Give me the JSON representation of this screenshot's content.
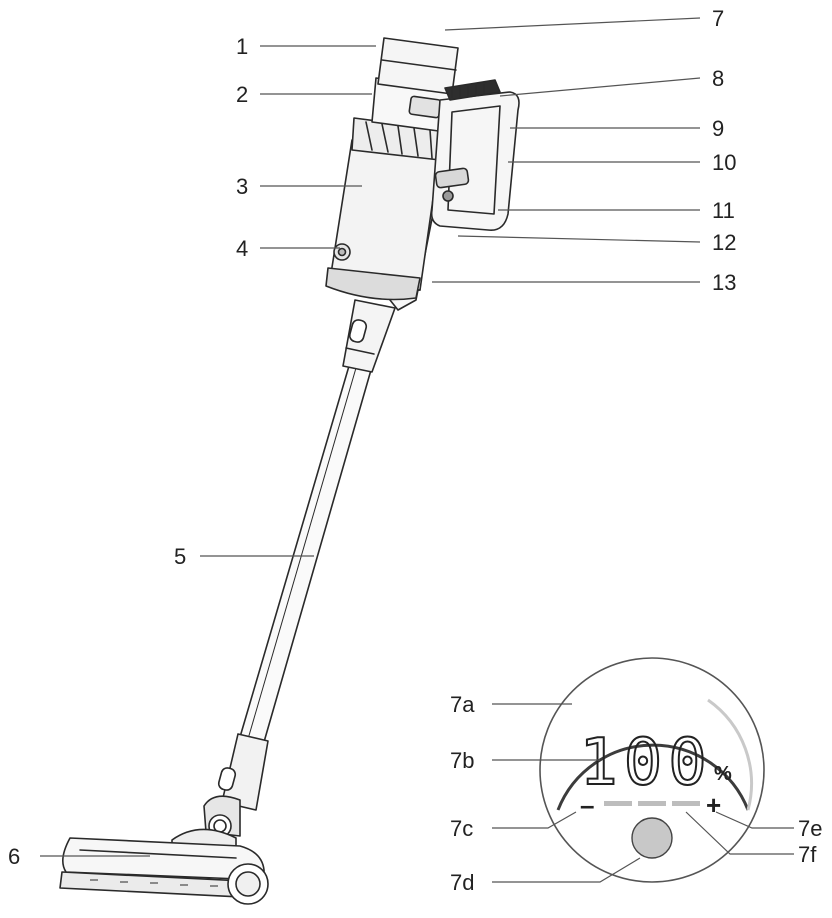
{
  "callouts": {
    "c1": "1",
    "c2": "2",
    "c3": "3",
    "c4": "4",
    "c5": "5",
    "c6": "6",
    "c7": "7",
    "c8": "8",
    "c9": "9",
    "c10": "10",
    "c11": "11",
    "c12": "12",
    "c13": "13"
  },
  "display": {
    "labels": {
      "a": "7a",
      "b": "7b",
      "c": "7c",
      "d": "7d",
      "e": "7e",
      "f": "7f"
    },
    "readout": "100",
    "unit": "%",
    "minus": "–",
    "plus": "+"
  }
}
